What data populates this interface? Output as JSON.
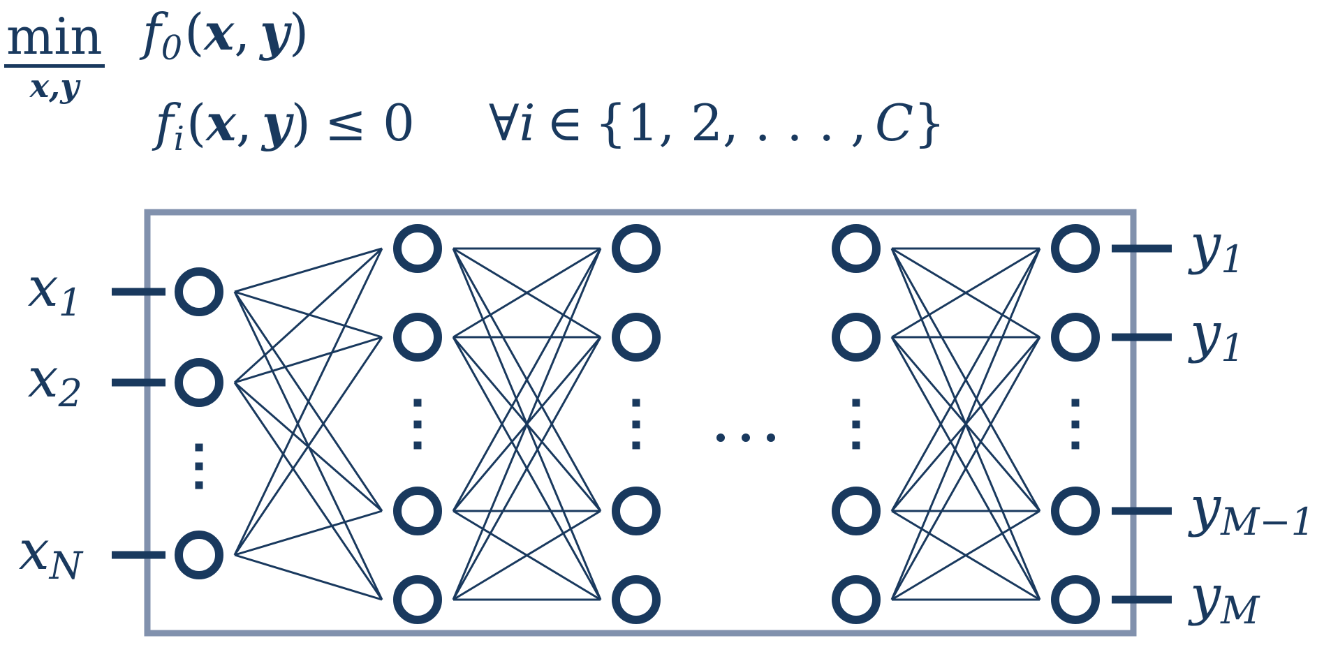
{
  "colors": {
    "ink": "#19395e",
    "frame": "#8191ad",
    "node_fill": "#ffffff"
  },
  "math": {
    "minimization": {
      "operator": "min",
      "variables": "x,y"
    },
    "objective": {
      "func": "f",
      "func_sub": "0",
      "paren_open": "(",
      "arg_x": "x",
      "separator": ",",
      "arg_y": "y",
      "paren_close": ")"
    },
    "constraint": {
      "func": "f",
      "func_sub": "i",
      "paren_open": "(",
      "arg_x": "x",
      "separator": ",",
      "arg_y": "y",
      "paren_close": ")",
      "relation": "≤ 0",
      "forall": "∀",
      "index": "i",
      "membership": "∈",
      "set_open": "{",
      "set_elements": "1, 2, . . . ,",
      "set_last": "C",
      "set_close": "}"
    }
  },
  "network": {
    "input_labels": [
      {
        "base": "x",
        "sub": "1"
      },
      {
        "base": "x",
        "sub": "2"
      },
      {
        "base": "x",
        "sub": "N"
      }
    ],
    "output_labels": [
      {
        "base": "y",
        "sub": "1"
      },
      {
        "base": "y",
        "sub": "1"
      },
      {
        "base": "y",
        "sub": "M−1"
      },
      {
        "base": "y",
        "sub": "M"
      }
    ]
  }
}
